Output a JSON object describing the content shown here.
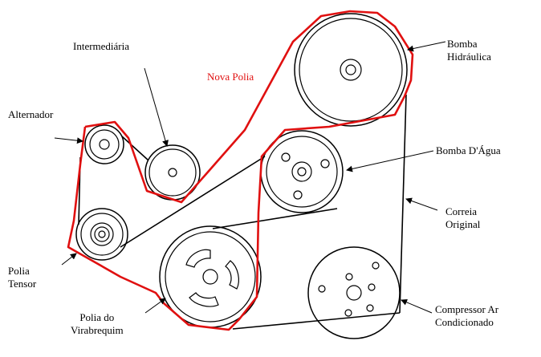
{
  "labels": {
    "intermediaria": "Intermediária",
    "nova_polia": "Nova Polia",
    "alternador": "Alternador",
    "polia_tensor_1": "Polia",
    "polia_tensor_2": "Tensor",
    "polia_virabrequim_1": "Polia do",
    "polia_virabrequim_2": "Virabrequim",
    "bomba_hidraulica_1": "Bomba",
    "bomba_hidraulica_2": "Hidráulica",
    "bomba_dagua": "Bomba D'Água",
    "correia_original_1": "Correia",
    "correia_original_2": "Original",
    "compressor_1": "Compressor Ar",
    "compressor_2": "Condicionado"
  },
  "colors": {
    "line": "#000000",
    "new_belt": "#e01010",
    "background": "#ffffff"
  }
}
